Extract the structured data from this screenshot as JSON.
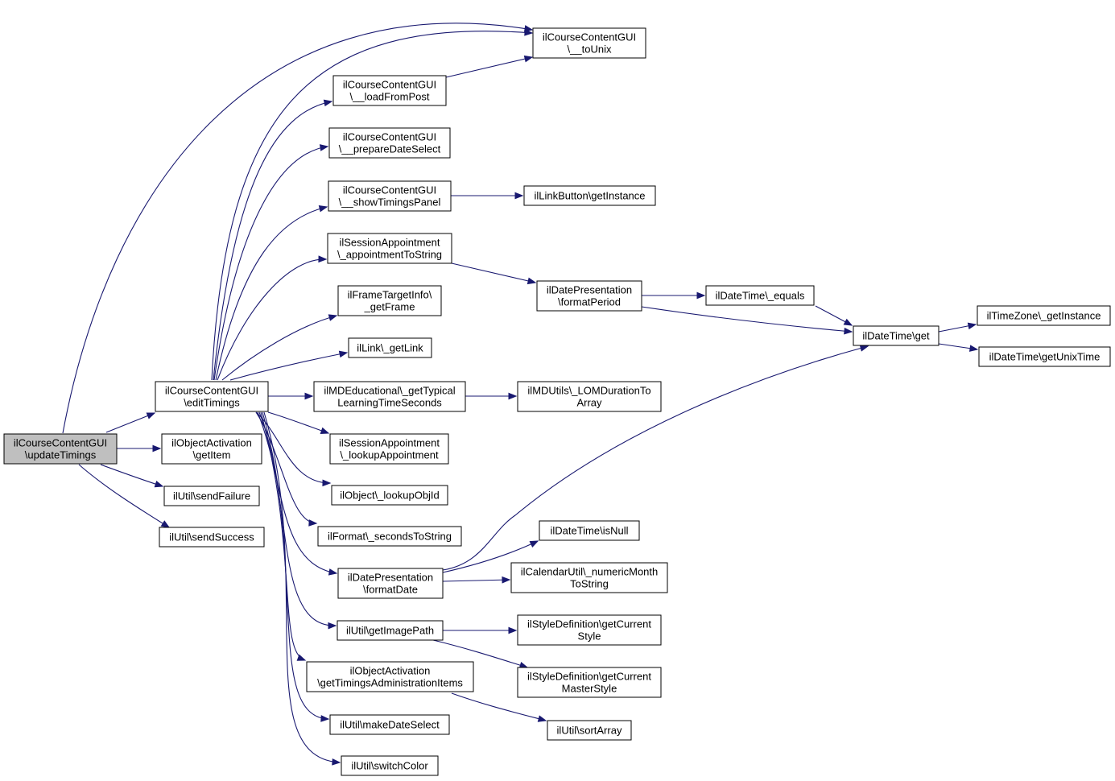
{
  "diagram": {
    "title": "",
    "nodes": [
      {
        "id": "updateTimings",
        "lines": [
          "ilCourseContentGUI",
          "\\updateTimings"
        ],
        "root": true
      },
      {
        "id": "editTimings",
        "lines": [
          "ilCourseContentGUI",
          "\\editTimings"
        ]
      },
      {
        "id": "getItem",
        "lines": [
          "ilObjectActivation",
          "\\getItem"
        ]
      },
      {
        "id": "sendFailure",
        "lines": [
          "ilUtil\\sendFailure"
        ]
      },
      {
        "id": "sendSuccess",
        "lines": [
          "ilUtil\\sendSuccess"
        ]
      },
      {
        "id": "toUnix",
        "lines": [
          "ilCourseContentGUI",
          "\\__toUnix"
        ]
      },
      {
        "id": "loadFromPost",
        "lines": [
          "ilCourseContentGUI",
          "\\__loadFromPost"
        ]
      },
      {
        "id": "prepareDateSelect",
        "lines": [
          "ilCourseContentGUI",
          "\\__prepareDateSelect"
        ]
      },
      {
        "id": "showTimingsPanel",
        "lines": [
          "ilCourseContentGUI",
          "\\__showTimingsPanel"
        ]
      },
      {
        "id": "linkGetInstance",
        "lines": [
          "ilLinkButton\\getInstance"
        ]
      },
      {
        "id": "appointmentToString",
        "lines": [
          "ilSessionAppointment",
          "\\_appointmentToString"
        ]
      },
      {
        "id": "formatPeriod",
        "lines": [
          "ilDatePresentation",
          "\\formatPeriod"
        ]
      },
      {
        "id": "dtEquals",
        "lines": [
          "ilDateTime\\_equals"
        ]
      },
      {
        "id": "dtGet",
        "lines": [
          "ilDateTime\\get"
        ]
      },
      {
        "id": "tzGetInstance",
        "lines": [
          "ilTimeZone\\_getInstance"
        ]
      },
      {
        "id": "getUnixTime",
        "lines": [
          "ilDateTime\\getUnixTime"
        ]
      },
      {
        "id": "getFrame",
        "lines": [
          "ilFrameTargetInfo\\",
          "_getFrame"
        ]
      },
      {
        "id": "getLink",
        "lines": [
          "ilLink\\_getLink"
        ]
      },
      {
        "id": "getTypical",
        "lines": [
          "ilMDEducational\\_getTypical",
          "LearningTimeSeconds"
        ]
      },
      {
        "id": "lomDuration",
        "lines": [
          "ilMDUtils\\_LOMDurationTo",
          "Array"
        ]
      },
      {
        "id": "lookupAppointment",
        "lines": [
          "ilSessionAppointment",
          "\\_lookupAppointment"
        ]
      },
      {
        "id": "lookupObjId",
        "lines": [
          "ilObject\\_lookupObjId"
        ]
      },
      {
        "id": "secondsToString",
        "lines": [
          "ilFormat\\_secondsToString"
        ]
      },
      {
        "id": "isNull",
        "lines": [
          "ilDateTime\\isNull"
        ]
      },
      {
        "id": "formatDate",
        "lines": [
          "ilDatePresentation",
          "\\formatDate"
        ]
      },
      {
        "id": "numericMonth",
        "lines": [
          "ilCalendarUtil\\_numericMonth",
          "ToString"
        ]
      },
      {
        "id": "getImagePath",
        "lines": [
          "ilUtil\\getImagePath"
        ]
      },
      {
        "id": "getCurrentStyle",
        "lines": [
          "ilStyleDefinition\\getCurrent",
          "Style"
        ]
      },
      {
        "id": "getCurrentMasterStyle",
        "lines": [
          "ilStyleDefinition\\getCurrent",
          "MasterStyle"
        ]
      },
      {
        "id": "getTimingsAdmin",
        "lines": [
          "ilObjectActivation",
          "\\getTimingsAdministrationItems"
        ]
      },
      {
        "id": "sortArray",
        "lines": [
          "ilUtil\\sortArray"
        ]
      },
      {
        "id": "makeDateSelect",
        "lines": [
          "ilUtil\\makeDateSelect"
        ]
      },
      {
        "id": "switchColor",
        "lines": [
          "ilUtil\\switchColor"
        ]
      }
    ],
    "edges": [
      [
        "updateTimings",
        "editTimings"
      ],
      [
        "updateTimings",
        "getItem"
      ],
      [
        "updateTimings",
        "sendFailure"
      ],
      [
        "updateTimings",
        "sendSuccess"
      ],
      [
        "updateTimings",
        "toUnix"
      ],
      [
        "editTimings",
        "toUnix"
      ],
      [
        "editTimings",
        "loadFromPost"
      ],
      [
        "editTimings",
        "prepareDateSelect"
      ],
      [
        "editTimings",
        "showTimingsPanel"
      ],
      [
        "editTimings",
        "appointmentToString"
      ],
      [
        "editTimings",
        "getFrame"
      ],
      [
        "editTimings",
        "getLink"
      ],
      [
        "editTimings",
        "getTypical"
      ],
      [
        "editTimings",
        "lookupAppointment"
      ],
      [
        "editTimings",
        "lookupObjId"
      ],
      [
        "editTimings",
        "secondsToString"
      ],
      [
        "editTimings",
        "formatDate"
      ],
      [
        "editTimings",
        "getImagePath"
      ],
      [
        "editTimings",
        "getTimingsAdmin"
      ],
      [
        "editTimings",
        "makeDateSelect"
      ],
      [
        "editTimings",
        "switchColor"
      ],
      [
        "loadFromPost",
        "toUnix"
      ],
      [
        "showTimingsPanel",
        "linkGetInstance"
      ],
      [
        "appointmentToString",
        "formatPeriod"
      ],
      [
        "formatPeriod",
        "dtEquals"
      ],
      [
        "formatPeriod",
        "dtGet"
      ],
      [
        "dtEquals",
        "dtGet"
      ],
      [
        "dtGet",
        "tzGetInstance"
      ],
      [
        "dtGet",
        "getUnixTime"
      ],
      [
        "getTypical",
        "lomDuration"
      ],
      [
        "formatDate",
        "dtGet"
      ],
      [
        "formatDate",
        "isNull"
      ],
      [
        "formatDate",
        "numericMonth"
      ],
      [
        "getImagePath",
        "getCurrentStyle"
      ],
      [
        "getImagePath",
        "getCurrentMasterStyle"
      ],
      [
        "getTimingsAdmin",
        "sortArray"
      ]
    ],
    "colors": {
      "edge": "#191970",
      "root_fill": "#bfbfbf",
      "node_fill": "#ffffff",
      "node_stroke": "#000000"
    }
  }
}
